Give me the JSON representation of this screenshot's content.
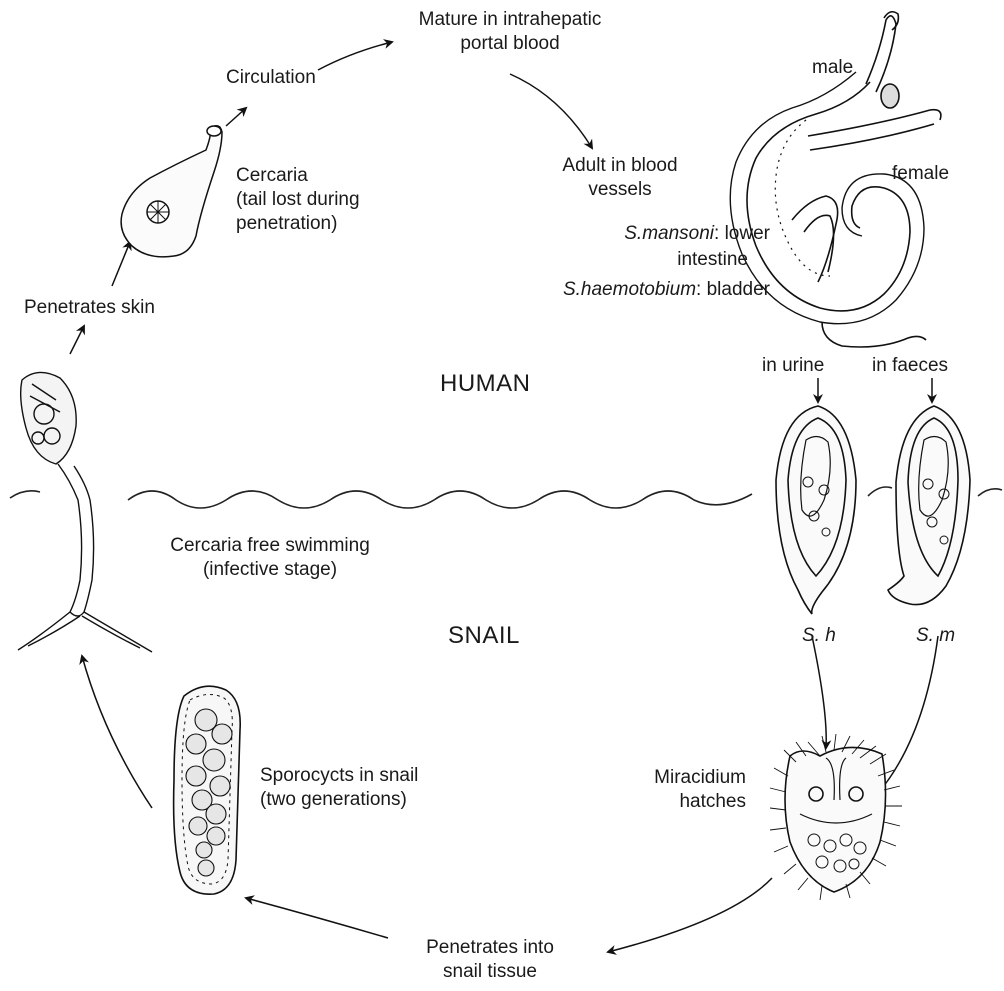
{
  "regions": {
    "human": "HUMAN",
    "snail": "SNAIL"
  },
  "labels": {
    "mature_1": "Mature in intrahepatic",
    "mature_2": "portal blood",
    "circulation": "Circulation",
    "cercaria_1": "Cercaria",
    "cercaria_2": "(tail lost during",
    "cercaria_3": "penetration)",
    "penetrates_skin": "Penetrates skin",
    "male": "male",
    "female": "female",
    "adult_1": "Adult in blood",
    "adult_2": "vessels",
    "mansoni_species": "S.mansoni",
    "mansoni_site": ": lower",
    "mansoni_site_2": "intestine",
    "haematobium_species": "S.haemotobium",
    "haematobium_site": ": bladder",
    "in_urine": "in urine",
    "in_faeces": "in faeces",
    "free_swim_1": "Cercaria free swimming",
    "free_swim_2": "(infective stage)",
    "egg_sh": "S. h",
    "egg_sm": "S. m",
    "miracidium_1": "Miracidium",
    "miracidium_2": "hatches",
    "sporocysts_1": "Sporocycts in snail",
    "sporocysts_2": "(two generations)",
    "penetrates_snail_1": "Penetrates into",
    "penetrates_snail_2": "snail tissue"
  },
  "illustrations": [
    "cercaria-free-swimming-drawing",
    "cercaria-penetrating-drawing",
    "adult-worm-pair-drawing",
    "egg-s-haematobium-drawing",
    "egg-s-mansoni-drawing",
    "miracidium-drawing",
    "sporocyst-drawing"
  ]
}
